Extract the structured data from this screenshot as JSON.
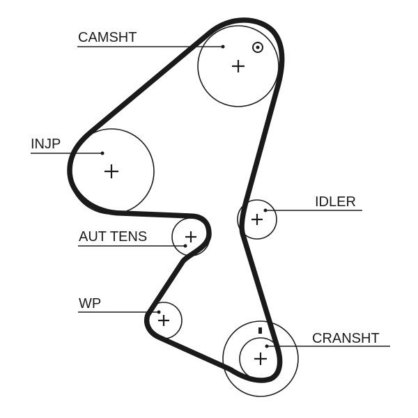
{
  "diagram": {
    "labels": {
      "camshaft": "CAMSHT",
      "injection_pump": "INJP",
      "auto_tensioner": "AUT TENS",
      "water_pump": "WP",
      "idler": "IDLER",
      "crankshaft": "CRANSHT"
    },
    "colors": {
      "line": "#1a1a1a",
      "background": "#ffffff"
    }
  }
}
